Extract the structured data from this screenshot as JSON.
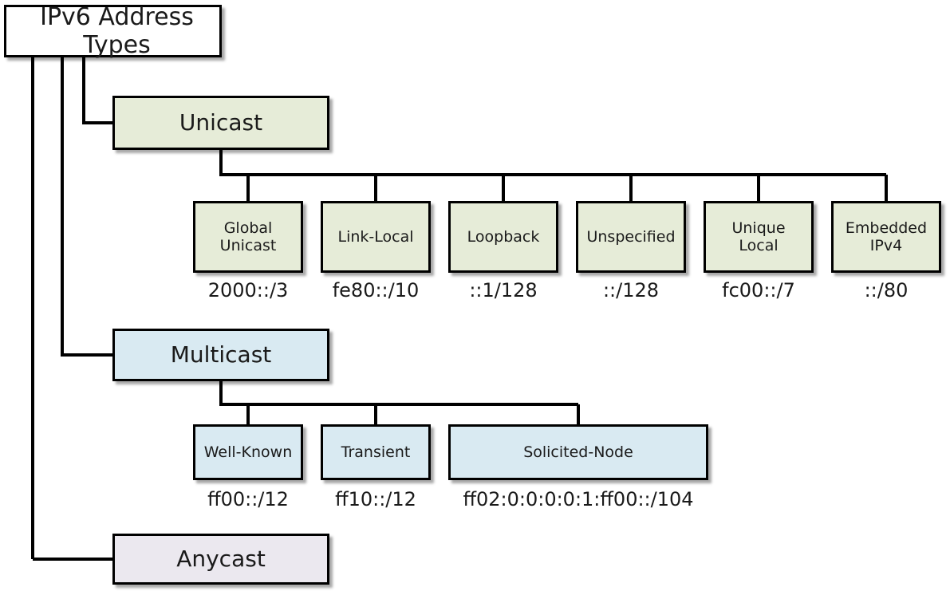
{
  "diagram": {
    "title": "IPv6 Address Types",
    "root": {
      "label": "IPv6 Address Types",
      "fill": "#ffffff"
    },
    "categories": [
      {
        "label": "Unicast",
        "fill": "#e6ecd8",
        "children": [
          {
            "label": "Global Unicast",
            "line1": "Global",
            "line2": "Unicast",
            "address": "2000::/3"
          },
          {
            "label": "Link-Local",
            "line1": "Link-Local",
            "line2": "",
            "address": "fe80::/10"
          },
          {
            "label": "Loopback",
            "line1": "Loopback",
            "line2": "",
            "address": "::1/128"
          },
          {
            "label": "Unspecified",
            "line1": "Unspecified",
            "line2": "",
            "address": "::/128"
          },
          {
            "label": "Unique Local",
            "line1": "Unique",
            "line2": "Local",
            "address": "fc00::/7"
          },
          {
            "label": "Embedded IPv4",
            "line1": "Embedded",
            "line2": "IPv4",
            "address": "::/80"
          }
        ]
      },
      {
        "label": "Multicast",
        "fill": "#d9eaf2",
        "children": [
          {
            "label": "Well-Known",
            "line1": "Well-Known",
            "line2": "",
            "address": "ff00::/12"
          },
          {
            "label": "Transient",
            "line1": "Transient",
            "line2": "",
            "address": "ff10::/12"
          },
          {
            "label": "Solicited-Node",
            "line1": "Solicited-Node",
            "line2": "",
            "address": "ff02:0:0:0:0:1:ff00::/104"
          }
        ]
      },
      {
        "label": "Anycast",
        "fill": "#ebe8ef",
        "children": []
      }
    ],
    "colors": {
      "unicast_fill": "#e6ecd8",
      "multicast_fill": "#d9eaf2",
      "anycast_fill": "#ebe8ef",
      "root_fill": "#ffffff",
      "border": "#000000",
      "text": "#1a1a1a"
    }
  }
}
